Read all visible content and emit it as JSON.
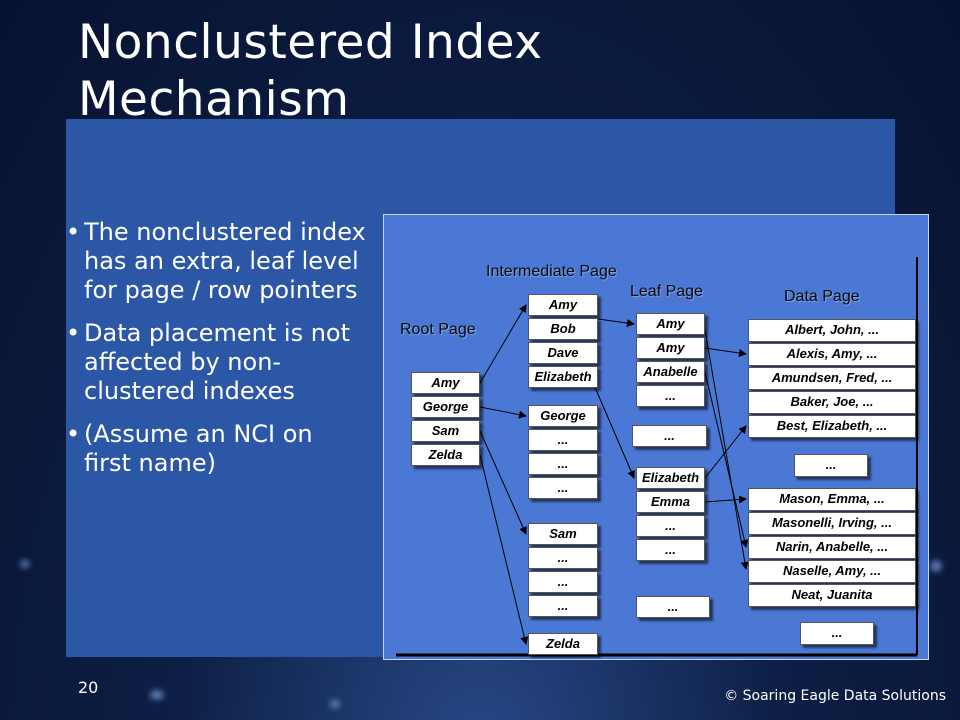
{
  "title": "Nonclustered Index Mechanism",
  "bullets": [
    "The nonclustered index has an extra, leaf level for page / row pointers",
    "Data placement is not affected  by non-clustered indexes",
    "(Assume an NCI on first name)"
  ],
  "diagram": {
    "labels": {
      "root": "Root Page",
      "intermediate": "Intermediate Page",
      "leaf": "Leaf Page",
      "data": "Data Page"
    },
    "root": [
      "Amy",
      "George",
      "Sam",
      "Zelda"
    ],
    "intermediate": [
      [
        "Amy",
        "Bob",
        "Dave",
        "Elizabeth"
      ],
      [
        "George",
        "...",
        "...",
        "..."
      ],
      [
        "Sam",
        "...",
        "...",
        "..."
      ],
      [
        "Zelda"
      ]
    ],
    "leaf": [
      [
        "Amy",
        "Amy",
        "Anabelle",
        "..."
      ],
      [
        "..."
      ],
      [
        "Elizabeth",
        "Emma",
        "...",
        "..."
      ],
      [
        "..."
      ]
    ],
    "data": [
      [
        "Albert, John, ...",
        "Alexis, Amy, ...",
        "Amundsen, Fred, ...",
        "Baker, Joe, ...",
        "Best, Elizabeth, ..."
      ],
      [
        "..."
      ],
      [
        "Mason, Emma, ...",
        "Masonelli, Irving, ...",
        "Narin, Anabelle, ...",
        "Naselle, Amy, ...",
        "Neat, Juanita"
      ],
      [
        "..."
      ]
    ]
  },
  "footer": {
    "slide_number": "20",
    "copyright": "© Soaring Eagle Data Solutions"
  }
}
